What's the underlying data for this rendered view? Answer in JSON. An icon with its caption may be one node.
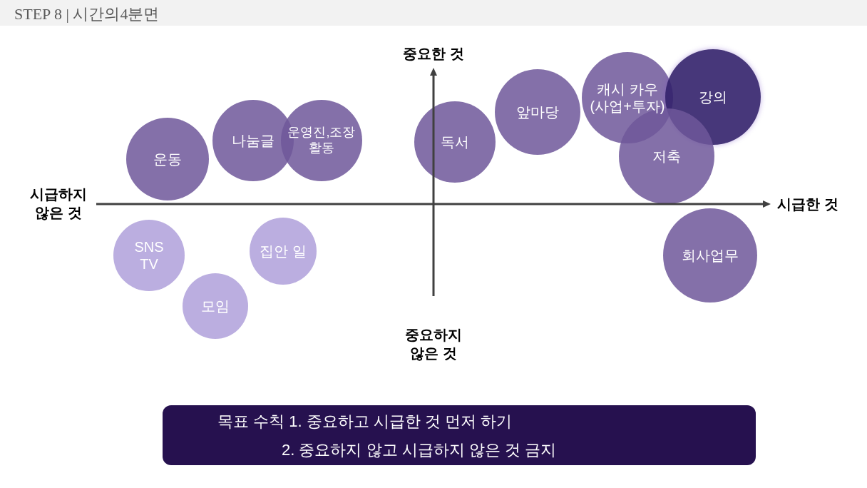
{
  "diagram": {
    "title": "STEP 8 | 시간의4분면",
    "nodes": [
      {
        "text": [
          "운동"
        ]
      },
      {
        "text": [
          "나눔글"
        ]
      },
      {
        "text": [
          "운영진,조장 활동"
        ]
      },
      {
        "text": [
          "독서"
        ]
      },
      {
        "text": [
          "앞마당"
        ]
      },
      {
        "text": [
          "캐시 카우 (사업+투자)"
        ]
      },
      {
        "text": [
          "강의"
        ]
      },
      {
        "text": [
          "저축"
        ]
      },
      {
        "text": [
          "SNS TV"
        ]
      },
      {
        "text": [
          "집안 일"
        ]
      },
      {
        "text": [
          "모임"
        ]
      },
      {
        "text": [
          "회사업무"
        ]
      },
      {
        "text": [
          "목표 수칙 1. 중요하고 시급한 것 먼저 하기",
          "2. 중요하지 않고 시급하지 않은 것 금지"
        ]
      }
    ],
    "labels": [
      "중요한 것",
      "시급하지 않은 것",
      "시급한 것",
      "중요하지 않은 것"
    ]
  }
}
